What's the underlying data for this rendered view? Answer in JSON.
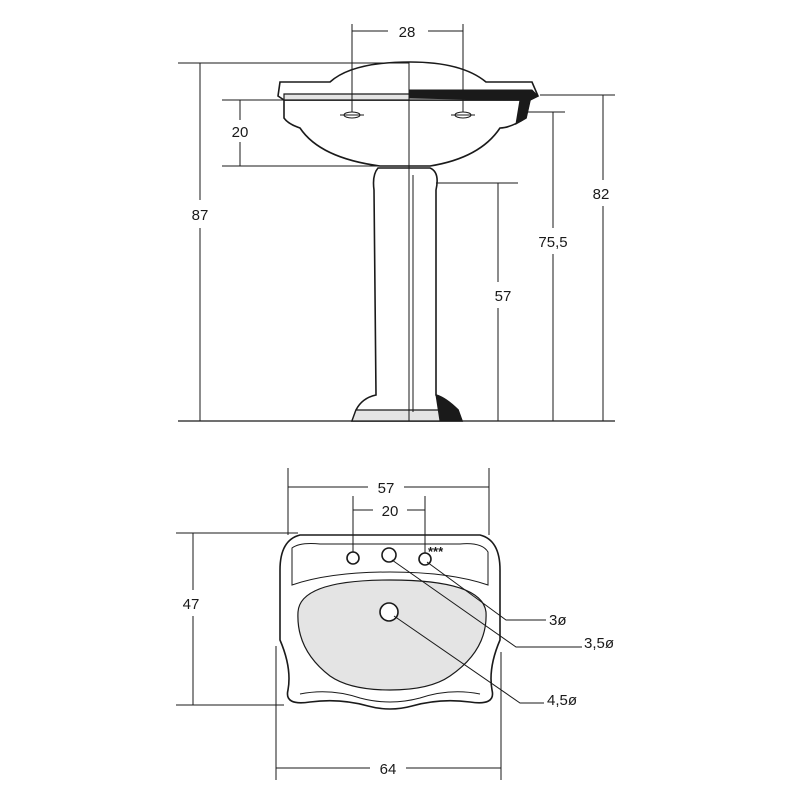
{
  "colors": {
    "ink": "#1a1a1a",
    "porcelain": "#ffffff",
    "shade": "#e4e4e4"
  },
  "side_view": {
    "tap_spacing": "28",
    "bowl_depth": "20",
    "total_height": "87",
    "rim_height": "82",
    "bowl_bottom_height": "75,5",
    "pedestal_height": "57"
  },
  "top_view": {
    "bowl_width": "57",
    "hole_spacing": "20",
    "overall_width": "64",
    "depth": "47",
    "marker": "***",
    "hole_small": "3ø",
    "hole_medium": "3,5ø",
    "drain": "4,5ø"
  }
}
